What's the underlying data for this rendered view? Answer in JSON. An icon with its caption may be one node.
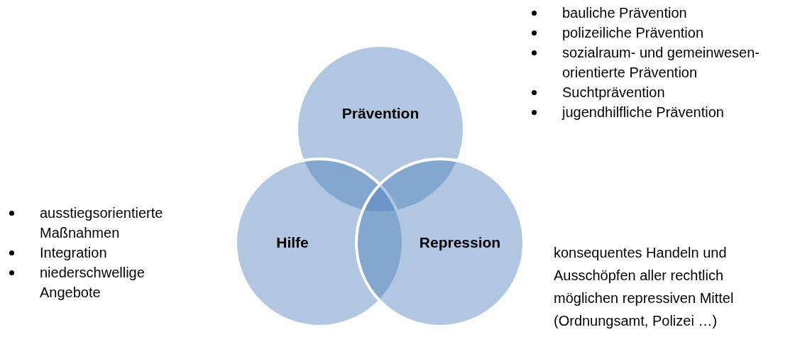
{
  "diagram": {
    "nodes": [
      {
        "text": [
          "Prävention"
        ]
      },
      {
        "text": [
          "Hilfe"
        ]
      },
      {
        "text": [
          "Repression"
        ]
      }
    ],
    "labels": [
      "bauliche Prävention",
      "polizeiliche Prävention",
      "sozialraum- und gemeinwesen-orientierte Prävention",
      "Suchtprävention",
      "jugendhilfliche Prävention",
      "ausstiegsorientierte Maßnahmen",
      "Integration",
      "niederschwellige Angebote",
      "konsequentes Handeln und Ausschöpfen aller rechtlich möglichen repressiven Mittel (Ordnungsamt, Polizei …)"
    ]
  }
}
